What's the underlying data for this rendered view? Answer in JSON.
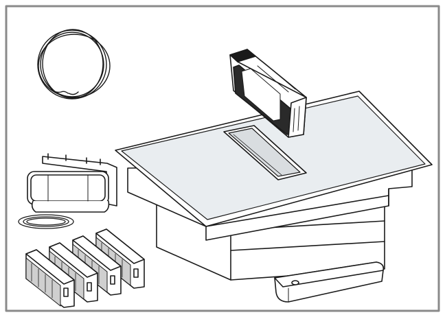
{
  "illustration": {
    "parts": [
      {
        "id": "power-cable",
        "icon": "coiled-cable-icon"
      },
      {
        "id": "hob-unit",
        "icon": "cooktop-with-downdraft-icon"
      },
      {
        "id": "filter-module",
        "icon": "filter-module-icon"
      },
      {
        "id": "duct-adapter",
        "icon": "duct-adapter-icon"
      },
      {
        "id": "sealing-ring",
        "icon": "seal-ring-icon"
      },
      {
        "id": "odour-filters",
        "icon": "filter-block-icon",
        "count": 4
      },
      {
        "id": "condensate-tray",
        "icon": "tray-icon"
      }
    ],
    "colors": {
      "frame": "#8a8a8a",
      "line": "#1a1a1a",
      "glass": "#e9edf0",
      "white": "#ffffff",
      "grey": "#b8b8b8"
    }
  }
}
